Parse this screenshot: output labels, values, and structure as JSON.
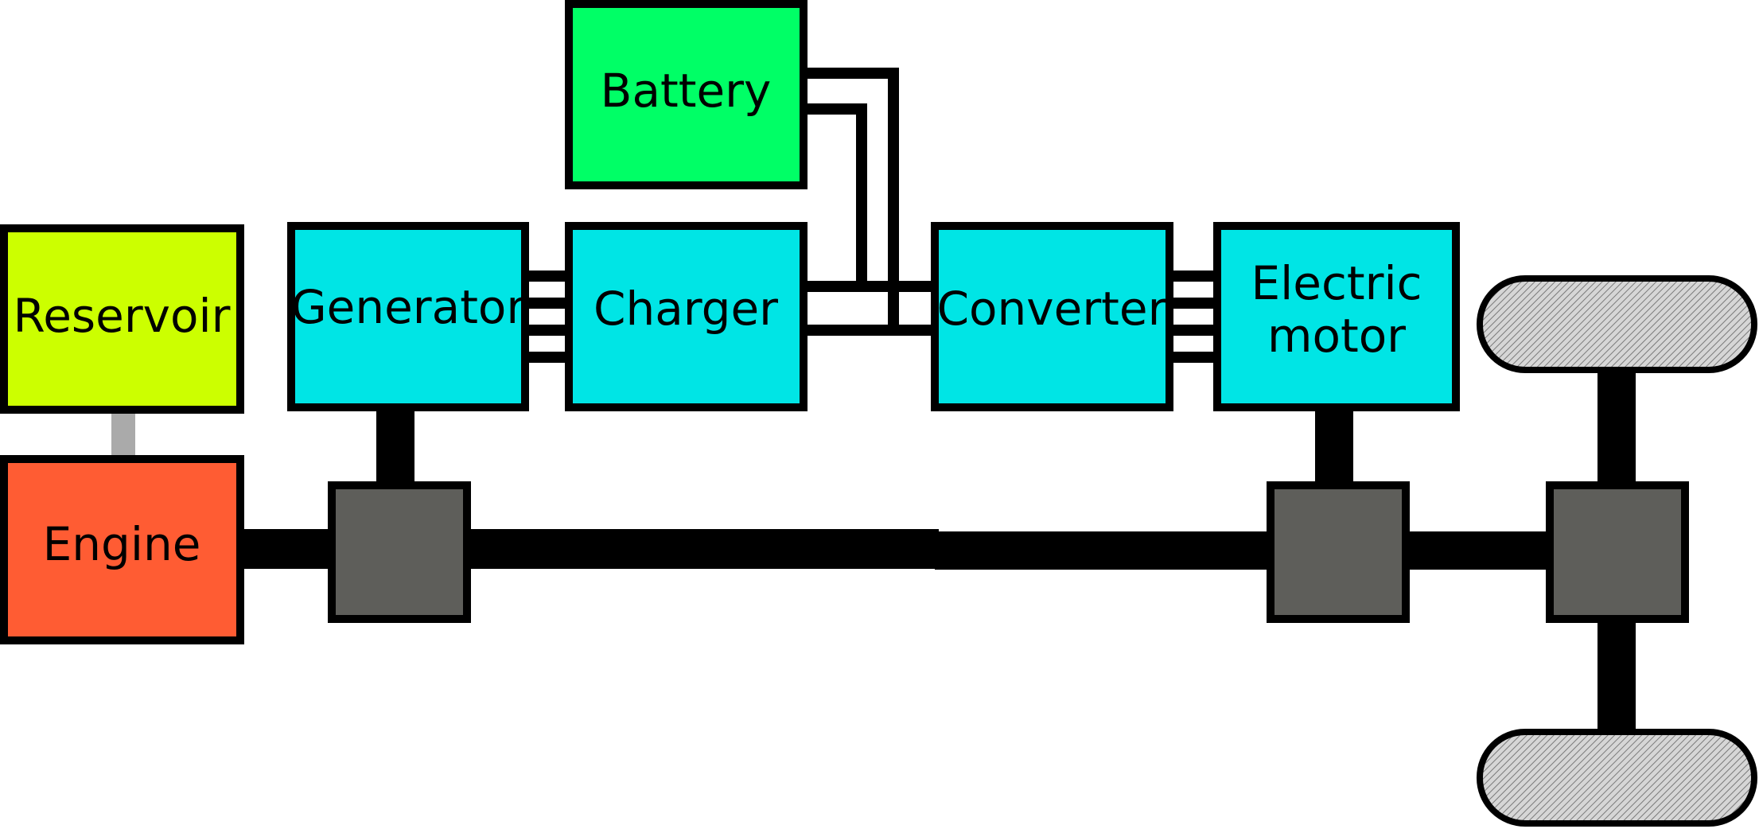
{
  "colors": {
    "reservoir": "#ccff00",
    "engine": "#ff5c33",
    "electrical": "#00e5e5",
    "battery": "#00ff66",
    "gearbox": "#5e5e5a",
    "shaft": "#000000",
    "fuel_line": "#aaaaaa",
    "wheel": "#bdbdbd"
  },
  "components": {
    "reservoir": "Reservoir",
    "engine": "Engine",
    "generator": "Generator",
    "charger": "Charger",
    "battery": "Battery",
    "converter": "Converter",
    "electric_motor_line1": "Electric",
    "electric_motor_line2": "motor"
  }
}
